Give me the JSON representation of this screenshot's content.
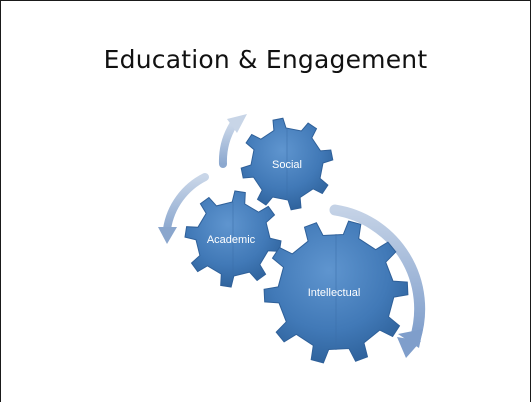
{
  "slide": {
    "title": "Education & Engagement"
  },
  "gears": [
    {
      "label": "Social"
    },
    {
      "label": "Academic"
    },
    {
      "label": "Intellectual"
    }
  ],
  "colors": {
    "gear": "#3f75b3",
    "gear_light": "#5c92cc",
    "gear_dark": "#2a5a92",
    "arrow": "#9fb6d6"
  }
}
